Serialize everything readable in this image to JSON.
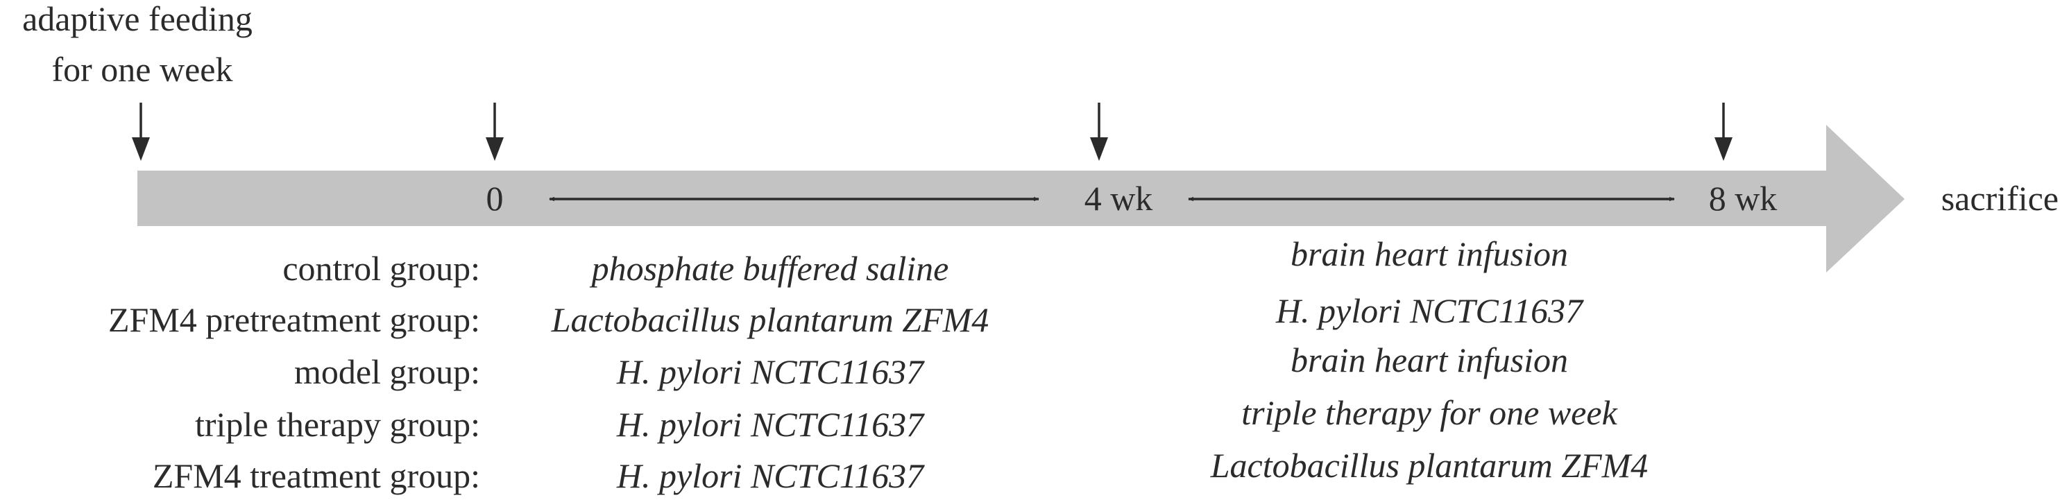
{
  "header": {
    "adaptive_line1": "adaptive feeding",
    "adaptive_line2": "for one week"
  },
  "timeline": {
    "start_label": "0",
    "mid_label": "4 wk",
    "end_label": "8 wk",
    "final_label": "sacrifice"
  },
  "groups": [
    {
      "name": "control group:",
      "phase1": "phosphate buffered saline",
      "phase2": "brain heart infusion"
    },
    {
      "name": "ZFM4 pretreatment group:",
      "phase1": "Lactobacillus plantarum ZFM4",
      "phase2": "H. pylori NCTC11637"
    },
    {
      "name": "model group:",
      "phase1": "H. pylori NCTC11637",
      "phase2": "brain heart infusion"
    },
    {
      "name": "triple therapy group:",
      "phase1": "H. pylori NCTC11637",
      "phase2": "triple therapy for one week"
    },
    {
      "name": "ZFM4 treatment group:",
      "phase1": "H. pylori NCTC11637",
      "phase2": "Lactobacillus plantarum ZFM4"
    }
  ],
  "colors": {
    "band": "#c3c3c3",
    "ink": "#2b2b2b"
  }
}
